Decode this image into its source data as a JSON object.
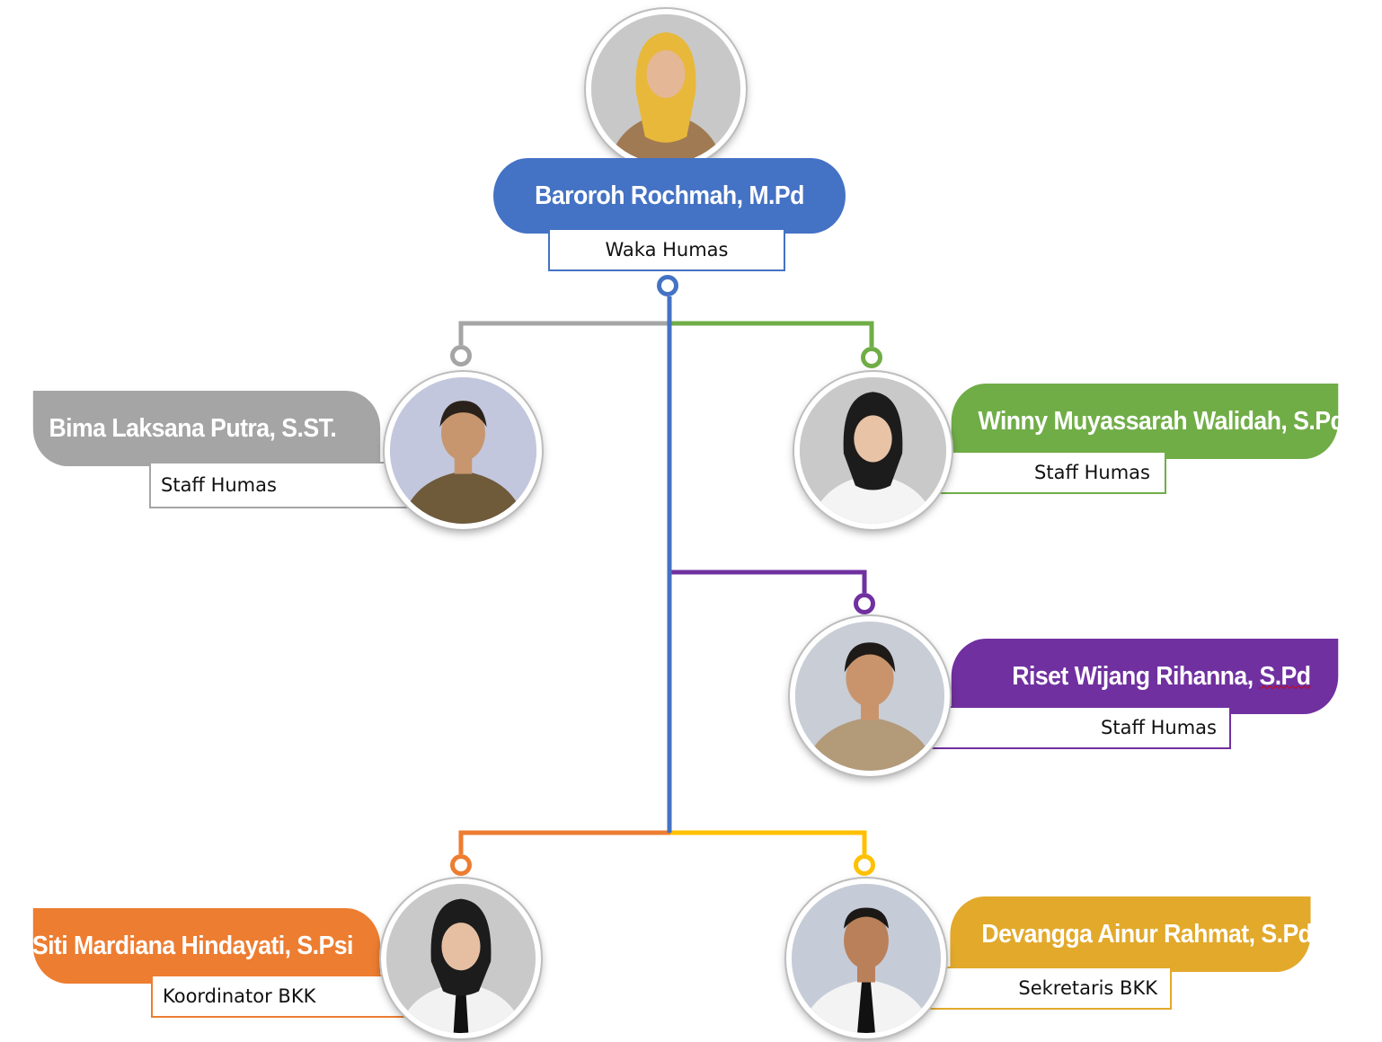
{
  "head": {
    "name": "Baroroh Rochmah, M.Pd",
    "role": "Waka Humas",
    "color": "#4472c4",
    "photo_icon": "person-hijab-portrait"
  },
  "members": [
    {
      "id": "bima",
      "name": "Bima Laksana Putra, S.ST.",
      "role": "Staff Humas",
      "color": "#a5a5a5",
      "photo_icon": "person-portrait"
    },
    {
      "id": "winny",
      "name": "Winny Muyassarah Walidah, S.Pd",
      "role": "Staff Humas",
      "color": "#70ad47",
      "photo_icon": "person-hijab-portrait"
    },
    {
      "id": "riset",
      "name_main": "Riset Wijang Rihanna, ",
      "name_suffix": "S.Pd",
      "role": "Staff Humas",
      "color": "#7030a0",
      "photo_icon": "person-portrait"
    },
    {
      "id": "siti",
      "name": "Siti Mardiana Hindayati, S.Psi",
      "role": "Koordinator BKK",
      "color": "#ed7d31",
      "photo_icon": "person-hijab-portrait"
    },
    {
      "id": "devangga",
      "name": "Devangga Ainur Rahmat, S.Pd",
      "role": "Sekretaris BKK",
      "color": "#e2a92b",
      "photo_icon": "person-portrait"
    }
  ],
  "connector_colors": {
    "trunk": "#4472c4",
    "bima": "#a5a5a5",
    "winny": "#70ad47",
    "riset": "#7030a0",
    "siti": "#ed7d31",
    "devangga": "#ffc000"
  }
}
